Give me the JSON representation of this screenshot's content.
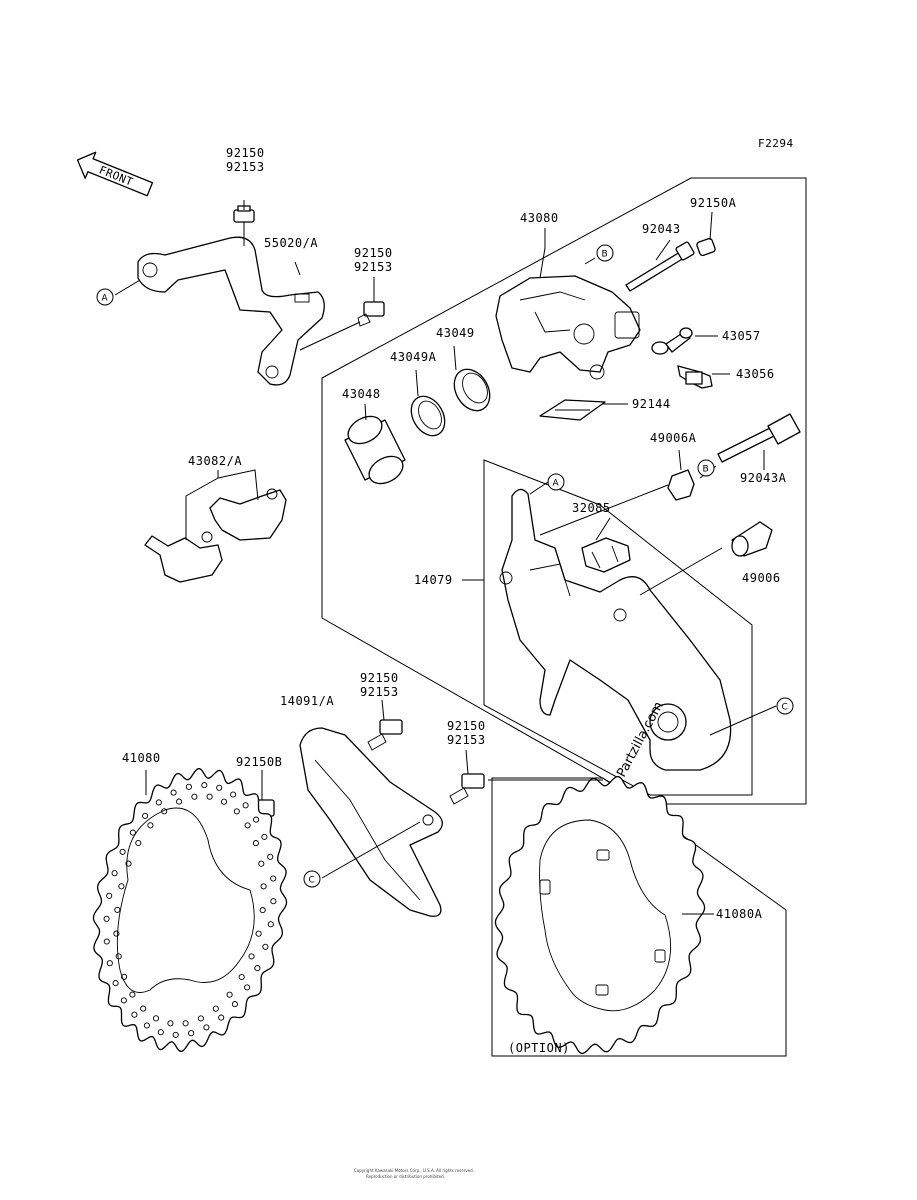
{
  "figure_code": "F2294",
  "front_label": "FRONT",
  "option_label": "(OPTION)",
  "watermark": "Partzilla.com",
  "footer_lines": [
    "Copyright Kawasaki Motors Corp., U.S.A. All rights reserved.",
    "Reproduction or distribution prohibited."
  ],
  "callouts": {
    "a": "A",
    "b": "B",
    "c": "C"
  },
  "parts": {
    "p92150_top": "92150",
    "p92153_top": "92153",
    "p55020": "55020/A",
    "p92150_mid": "92150",
    "p92153_mid": "92153",
    "p43080": "43080",
    "p92043": "92043",
    "p92150A": "92150A",
    "p43057": "43057",
    "p43056": "43056",
    "p43049": "43049",
    "p43049A": "43049A",
    "p43048": "43048",
    "p92144": "92144",
    "p43082": "43082/A",
    "p49006A": "49006A",
    "p92043A": "92043A",
    "p32085": "32085",
    "p14079": "14079",
    "p49006": "49006",
    "p14091": "14091/A",
    "p92150_b1": "92150",
    "p92153_b1": "92153",
    "p92150_b2": "92150",
    "p92153_b2": "92153",
    "p41080": "41080",
    "p92150B": "92150B",
    "p41080A": "41080A"
  }
}
